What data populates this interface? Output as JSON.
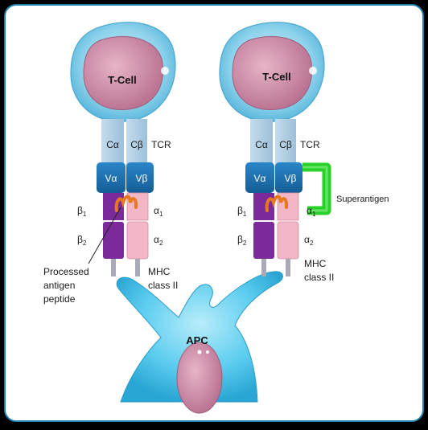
{
  "left_complex": {
    "cell_label": "T-Cell",
    "c_alpha": "Cα",
    "c_beta": "Cβ",
    "tcr": "TCR",
    "v_alpha": "Vα",
    "v_beta": "Vβ",
    "beta1": "β",
    "beta1_sub": "1",
    "alpha1": "α",
    "alpha1_sub": "1",
    "beta2": "β",
    "beta2_sub": "2",
    "alpha2": "α",
    "alpha2_sub": "2",
    "peptide_label": [
      "Processed",
      "antigen",
      "peptide"
    ],
    "mhc_label": [
      "MHC",
      "class II"
    ]
  },
  "right_complex": {
    "cell_label": "T-Cell",
    "c_alpha": "Cα",
    "c_beta": "Cβ",
    "tcr": "TCR",
    "v_alpha": "Vα",
    "v_beta": "Vβ",
    "beta1": "β",
    "beta1_sub": "1",
    "alpha1": "α",
    "alpha1_sub": "1",
    "beta2": "β",
    "beta2_sub": "2",
    "alpha2": "α",
    "alpha2_sub": "2",
    "superantigen_label": "Superantigen",
    "mhc_label": [
      "MHC",
      "class II"
    ]
  },
  "apc_label": "APC",
  "colors": {
    "frame_border": "#1f7fb0",
    "cell_outer": "#8fd3ec",
    "cell_inner": "#cf8fa8",
    "c_domain": "#a9c9e2",
    "v_domain": "#1c6fb0",
    "mhc_beta": "#7b2a9a",
    "mhc_alpha": "#f2b6c6",
    "peptide": "#e8781e",
    "superantigen": "#2bd12b",
    "apc": "#45c4ea"
  }
}
